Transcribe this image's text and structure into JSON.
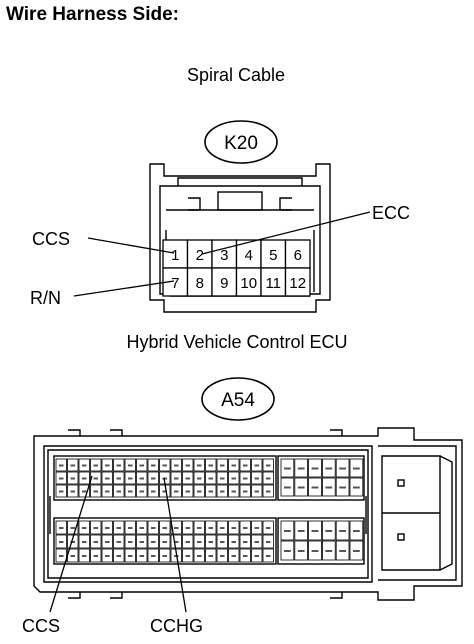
{
  "heading": "Wire Harness Side:",
  "k20": {
    "caption": "Spiral Cable",
    "code": "K20",
    "pins": [
      "1",
      "2",
      "3",
      "4",
      "5",
      "6",
      "7",
      "8",
      "9",
      "10",
      "11",
      "12"
    ],
    "labels": {
      "ccs": "CCS",
      "ecc": "ECC",
      "rn": "R/N"
    }
  },
  "a54": {
    "caption": "Hybrid Vehicle Control ECU",
    "code": "A54",
    "labels": {
      "ccs": "CCS",
      "cchg": "CCHG"
    }
  }
}
